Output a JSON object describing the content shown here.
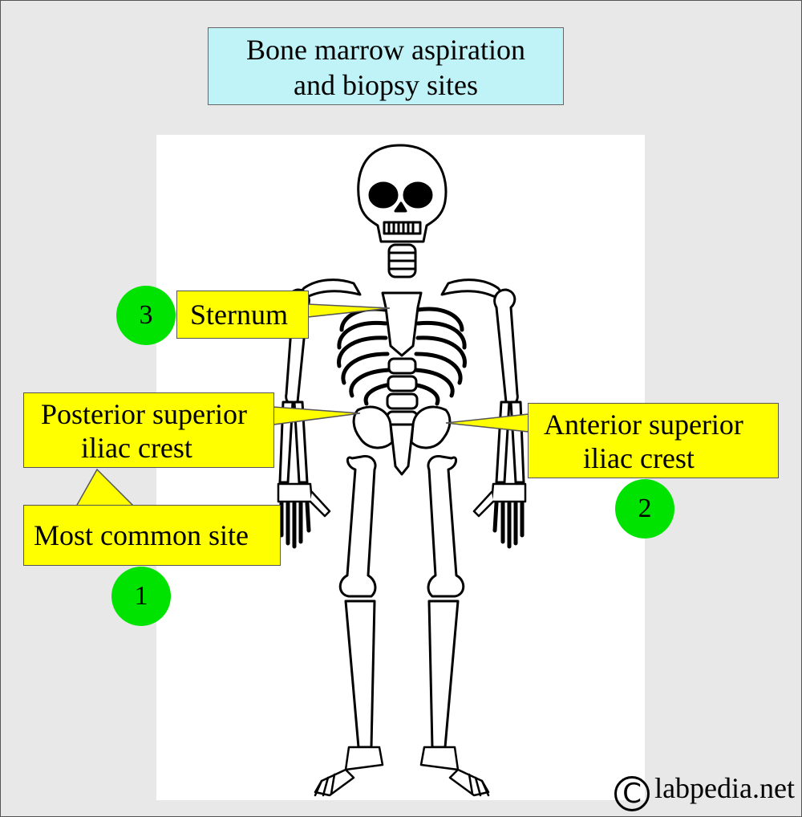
{
  "title": {
    "line1": "Bone marrow aspiration",
    "line2": "and biopsy sites"
  },
  "labels": {
    "sternum": "Sternum",
    "posterior": {
      "line1": "Posterior superior",
      "line2": "iliac crest"
    },
    "anterior": {
      "line1": "Anterior superior",
      "line2": "iliac crest"
    },
    "most_common": "Most common site"
  },
  "site_numbers": {
    "sternum": "3",
    "anterior": "2",
    "posterior": "1"
  },
  "credit": {
    "symbol": "C",
    "text": "labpedia.net"
  },
  "colors": {
    "background": "#e8e8e8",
    "title_box": "#bff3f7",
    "label_fill": "#ffff00",
    "number_badge": "#00e300"
  },
  "icons": {
    "copyright": "copyright-icon"
  }
}
